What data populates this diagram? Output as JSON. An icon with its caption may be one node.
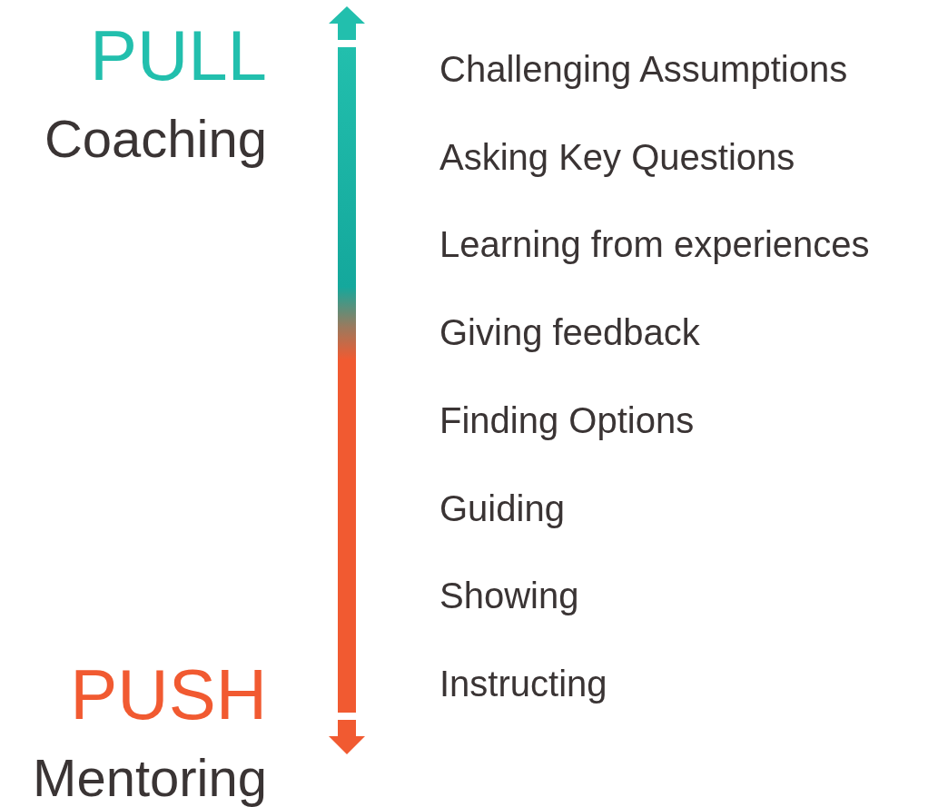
{
  "diagram": {
    "labels": [
      "PULL",
      "Coaching",
      "Challenging Assumptions",
      "Asking Key Questions",
      "Learning from experiences",
      "Giving feedback",
      "Finding Options",
      "Guiding",
      "Showing",
      "Instructing",
      "PUSH",
      "Mentoring"
    ]
  }
}
